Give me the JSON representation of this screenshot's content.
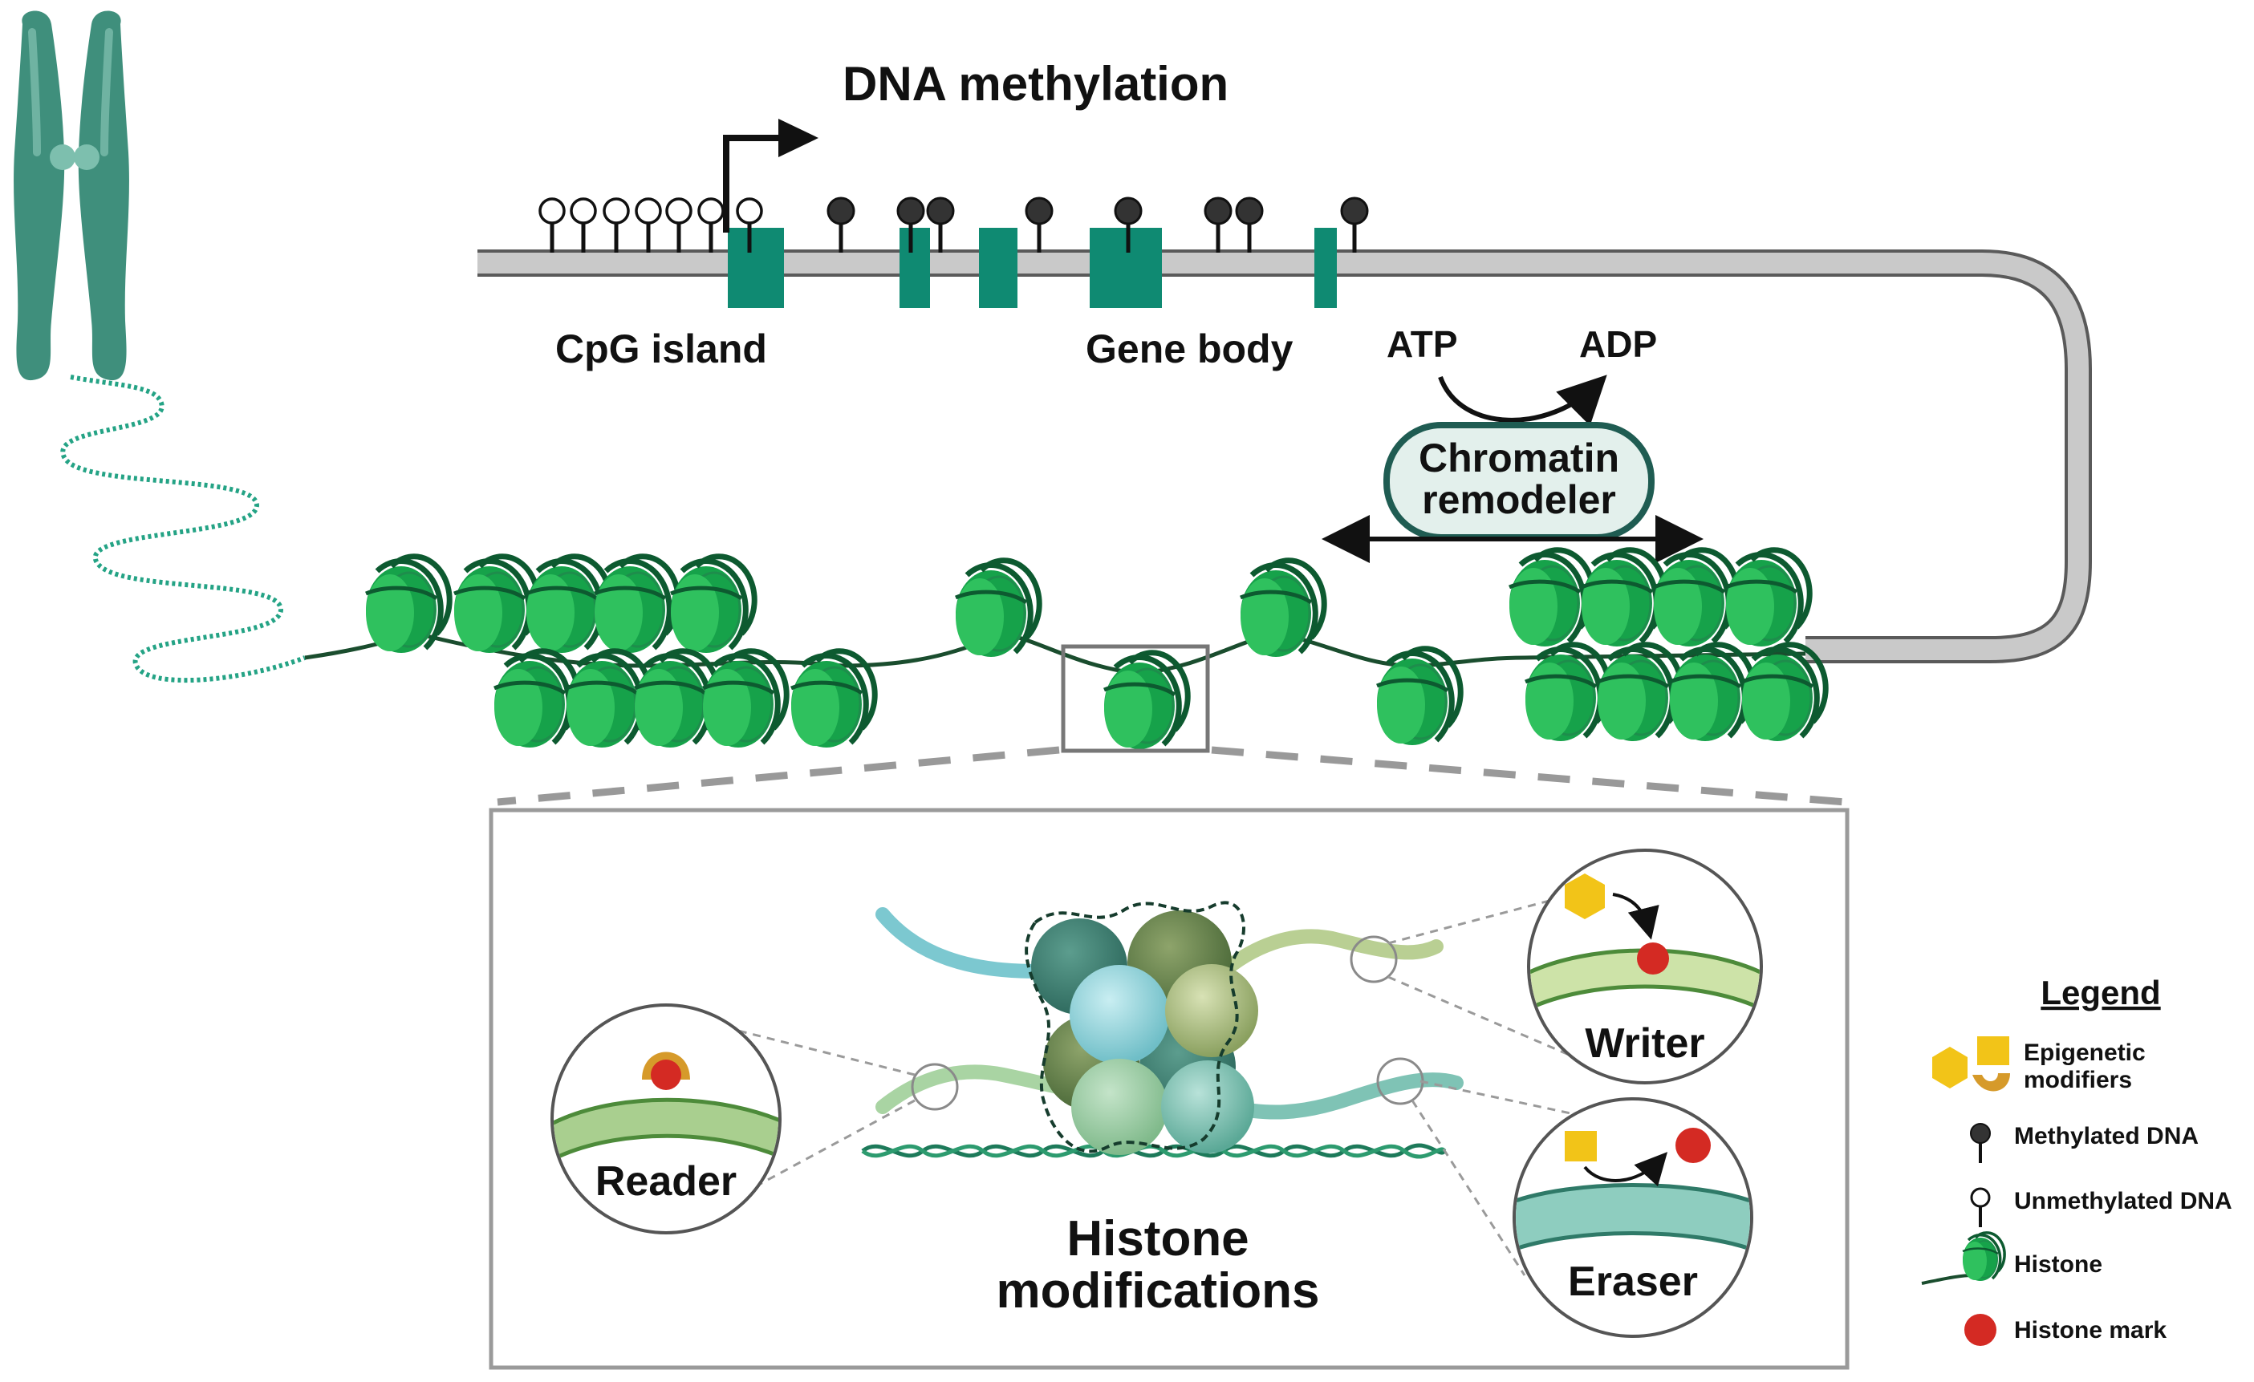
{
  "labels": {
    "dna_methylation": "DNA methylation",
    "cpg_island": "CpG island",
    "gene_body": "Gene body",
    "atp": "ATP",
    "adp": "ADP",
    "chromatin_remodeler_line1": "Chromatin",
    "chromatin_remodeler_line2": "remodeler",
    "histone_modifications_line1": "Histone",
    "histone_modifications_line2": "modifications",
    "reader": "Reader",
    "writer": "Writer",
    "eraser": "Eraser"
  },
  "legend": {
    "title": "Legend",
    "epigenetic_line1": "Epigenetic",
    "epigenetic_line2": "modifiers",
    "methylated": "Methylated DNA",
    "unmethylated": "Unmethylated DNA",
    "histone": "Histone",
    "histone_mark": "Histone mark"
  },
  "colors": {
    "teal": "#0f8a72",
    "chromosome": "#3f8f7c",
    "nucleosome": "#1faa4f",
    "nucleosome_dark": "#0f6e3e",
    "dna_gray": "#c4c4c4",
    "mark_red": "#d42a23",
    "modifier_yellow": "#f2c418",
    "reader_orange": "#d69a2a"
  },
  "icons": [
    "chromosome-icon",
    "transcription-start-arrow-icon",
    "lollipop-icon",
    "nucleosome-icon",
    "histone-octamer-icon"
  ]
}
